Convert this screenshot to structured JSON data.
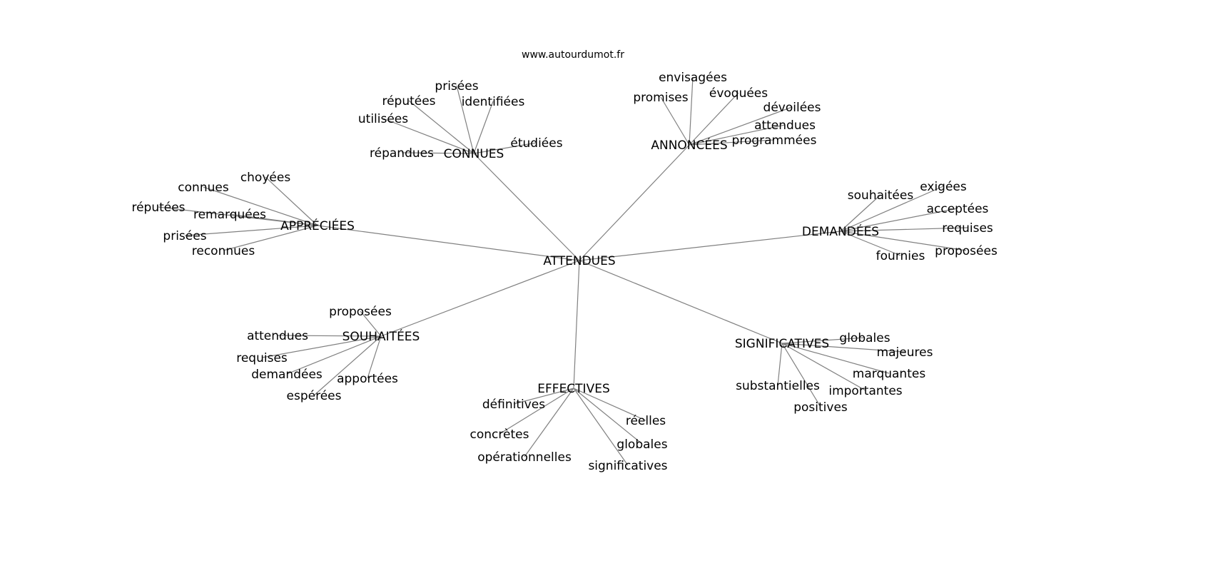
{
  "title": "www.autourdumot.fr",
  "center": "ATTENDUES",
  "edge_color": "#808080",
  "hubs": [
    {
      "label": "CONNUES",
      "leaves": [
        "répandues",
        "utilisées",
        "réputées",
        "prisées",
        "identifiées",
        "étudiées"
      ]
    },
    {
      "label": "ANNONCÉES",
      "leaves": [
        "promises",
        "envisagées",
        "évoquées",
        "dévoilées",
        "attendues",
        "programmées"
      ]
    },
    {
      "label": "APPRÉCIÉES",
      "leaves": [
        "connues",
        "choyées",
        "réputées",
        "remarquées",
        "prisées",
        "reconnues"
      ]
    },
    {
      "label": "DEMANDÉES",
      "leaves": [
        "souhaitées",
        "exigées",
        "acceptées",
        "requises",
        "proposées",
        "fournies"
      ]
    },
    {
      "label": "SOUHAITÉES",
      "leaves": [
        "proposées",
        "attendues",
        "requises",
        "demandées",
        "espérées",
        "apportées"
      ]
    },
    {
      "label": "EFFECTIVES",
      "leaves": [
        "définitives",
        "concrètes",
        "opérationnelles",
        "significatives",
        "globales",
        "réelles"
      ]
    },
    {
      "label": "SIGNIFICATIVES",
      "leaves": [
        "globales",
        "majeures",
        "marquantes",
        "importantes",
        "positives",
        "substantielles"
      ]
    }
  ]
}
